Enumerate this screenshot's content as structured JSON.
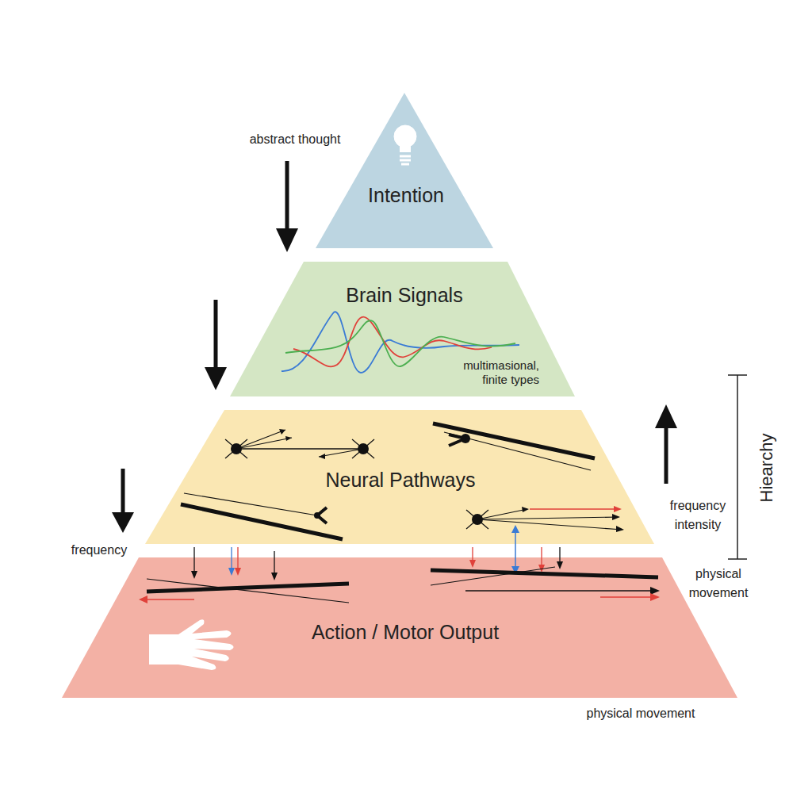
{
  "diagram": {
    "nodes": [
      {
        "text": [
          "Intention"
        ]
      },
      {
        "text": [
          "Brain Signals",
          "multimasional, finite types"
        ]
      },
      {
        "text": [
          "Neural Pathways"
        ]
      },
      {
        "text": [
          "Action / Motor Output"
        ]
      }
    ],
    "labels": [
      "abstract thought",
      "frequency intensity",
      "Hiearchy",
      "frequency",
      "physical movement",
      "physical movement"
    ]
  }
}
